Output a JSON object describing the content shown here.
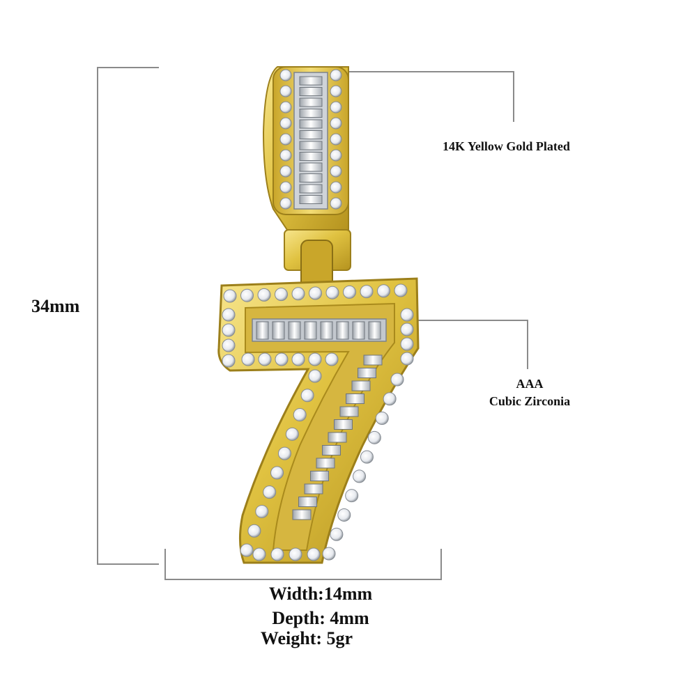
{
  "annotations": {
    "height": "34mm",
    "plating": "14K Yellow Gold Plated",
    "stone_line1": "AAA",
    "stone_line2": "Cubic Zirconia",
    "width": "Width:14mm",
    "depth": "Depth: 4mm",
    "weight": "Weight: 5gr"
  },
  "colors": {
    "gold": "#e0c241",
    "gold_dark": "#a98a1c",
    "gold_light": "#f7e58c",
    "diamond": "#eef1f5",
    "diamond_edge": "#8f959c",
    "dimension_line": "#8a8a8a"
  },
  "product": {
    "image": "gold-number-7-pendant-icon"
  }
}
